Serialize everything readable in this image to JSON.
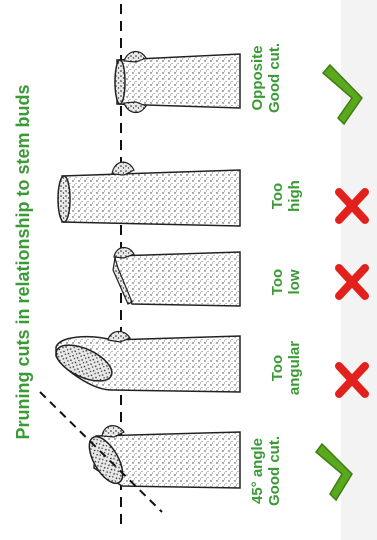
{
  "title": "Pruning cuts in relationship to stem buds",
  "cuts": [
    {
      "line1": "Opposite",
      "line2": "Good cut.",
      "verdict": "good"
    },
    {
      "line1": "Too",
      "line2": "high",
      "verdict": "bad"
    },
    {
      "line1": "Too",
      "line2": "low",
      "verdict": "bad"
    },
    {
      "line1": "Too",
      "line2": "angular",
      "verdict": "bad"
    },
    {
      "line1": "45° angle",
      "line2": "Good cut.",
      "verdict": "good"
    }
  ],
  "colors": {
    "label_green": "#3a9a35",
    "check_green": "#5aa81e",
    "cross_red": "#e2201c"
  },
  "icons": [
    "check-icon",
    "cross-icon"
  ]
}
